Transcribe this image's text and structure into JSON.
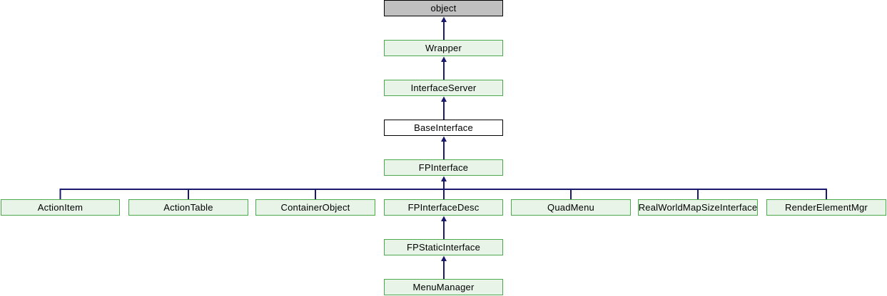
{
  "diagram": {
    "type": "class-inheritance-graph",
    "nodes": [
      {
        "id": "object",
        "label": "object",
        "style": "external"
      },
      {
        "id": "Wrapper",
        "label": "Wrapper",
        "style": "linked"
      },
      {
        "id": "InterfaceServer",
        "label": "InterfaceServer",
        "style": "linked"
      },
      {
        "id": "BaseInterface",
        "label": "BaseInterface",
        "style": "current"
      },
      {
        "id": "FPInterface",
        "label": "FPInterface",
        "style": "linked"
      },
      {
        "id": "ActionItem",
        "label": "ActionItem",
        "style": "linked"
      },
      {
        "id": "ActionTable",
        "label": "ActionTable",
        "style": "linked"
      },
      {
        "id": "ContainerObject",
        "label": "ContainerObject",
        "style": "linked"
      },
      {
        "id": "FPInterfaceDesc",
        "label": "FPInterfaceDesc",
        "style": "linked"
      },
      {
        "id": "QuadMenu",
        "label": "QuadMenu",
        "style": "linked"
      },
      {
        "id": "RealWorldMapSizeInterface",
        "label": "RealWorldMapSizeInterface",
        "style": "linked"
      },
      {
        "id": "RenderElementMgr",
        "label": "RenderElementMgr",
        "style": "linked"
      },
      {
        "id": "FPStaticInterface",
        "label": "FPStaticInterface",
        "style": "linked"
      },
      {
        "id": "MenuManager",
        "label": "MenuManager",
        "style": "linked"
      }
    ],
    "edges": [
      {
        "from": "Wrapper",
        "to": "object"
      },
      {
        "from": "InterfaceServer",
        "to": "Wrapper"
      },
      {
        "from": "BaseInterface",
        "to": "InterfaceServer"
      },
      {
        "from": "FPInterface",
        "to": "BaseInterface"
      },
      {
        "from": "ActionItem",
        "to": "FPInterface"
      },
      {
        "from": "ActionTable",
        "to": "FPInterface"
      },
      {
        "from": "ContainerObject",
        "to": "FPInterface"
      },
      {
        "from": "FPInterfaceDesc",
        "to": "FPInterface"
      },
      {
        "from": "QuadMenu",
        "to": "FPInterface"
      },
      {
        "from": "RealWorldMapSizeInterface",
        "to": "FPInterface"
      },
      {
        "from": "RenderElementMgr",
        "to": "FPInterface"
      },
      {
        "from": "FPStaticInterface",
        "to": "FPInterfaceDesc"
      },
      {
        "from": "MenuManager",
        "to": "FPStaticInterface"
      }
    ],
    "colors": {
      "linked_node_fill": "#e8f4e8",
      "linked_node_border": "#4caa4c",
      "external_node_fill": "#c0c0c0",
      "current_node_fill": "#ffffff",
      "node_border_dark": "#000000",
      "edge": "#191970",
      "text": "#000000",
      "background": "#ffffff"
    }
  }
}
